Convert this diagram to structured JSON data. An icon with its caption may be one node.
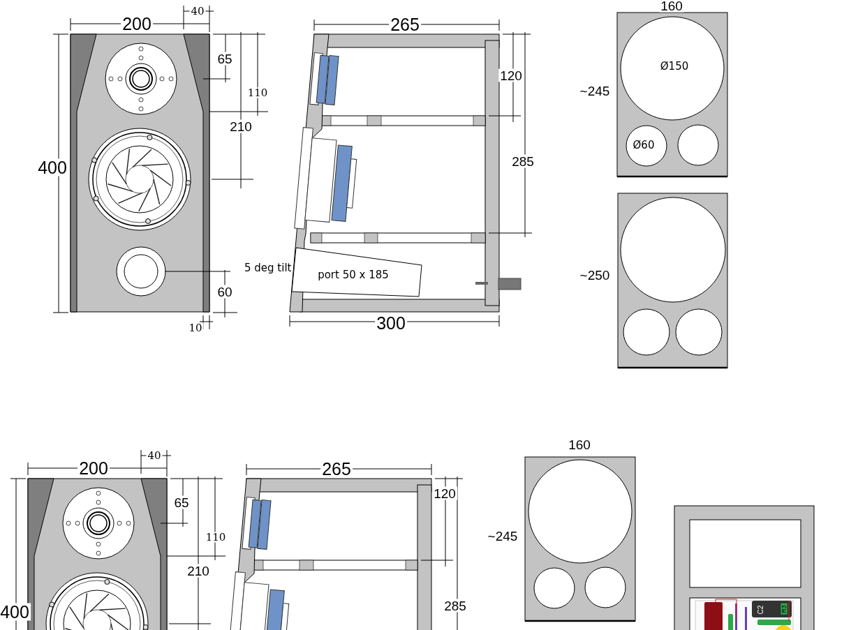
{
  "diagram": {
    "labels": [
      "160",
      "40",
      "200",
      "265",
      "65",
      "120",
      "Ø150",
      "110",
      "~245",
      "210",
      "Ø60",
      "285",
      "400",
      "5 deg tilt",
      "port 50 x 185",
      "~250",
      "60",
      "10",
      "300",
      "40",
      "200",
      "265",
      "160",
      "120",
      "65",
      "110",
      "~245",
      "210",
      "285",
      "400",
      "C2",
      "R3"
    ]
  }
}
